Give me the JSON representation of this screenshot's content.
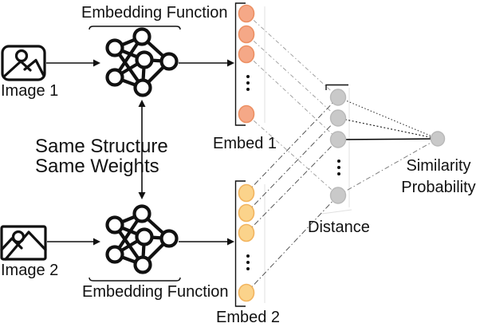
{
  "diagram": {
    "branch_top": {
      "embedding_function": "Embedding Function",
      "image": "Image 1",
      "embed": "Embed 1"
    },
    "branch_bottom": {
      "embedding_function": "Embedding Function",
      "image": "Image 2",
      "embed": "Embed 2"
    },
    "shared_note": {
      "line1": "Same Structure",
      "line2": "Same Weights"
    },
    "distance_label": "Distance",
    "output_label": {
      "line1": "Similarity",
      "line2": "Probability"
    },
    "ellipsis": "⋮",
    "columns": {
      "embed1": {
        "visible_nodes": 4,
        "truncated": true
      },
      "embed2": {
        "visible_nodes": 4,
        "truncated": true
      },
      "distance": {
        "visible_nodes": 4,
        "truncated": true
      },
      "output": {
        "visible_nodes": 1
      }
    }
  },
  "colors": {
    "embed1_fill": "#f5a887",
    "embed1_stroke": "#ec8f62",
    "embed2_fill": "#fbd38b",
    "embed2_stroke": "#f2b45e",
    "gray_fill": "#c9c9c9",
    "gray_stroke": "#b9b9b9",
    "ink": "#111111"
  }
}
